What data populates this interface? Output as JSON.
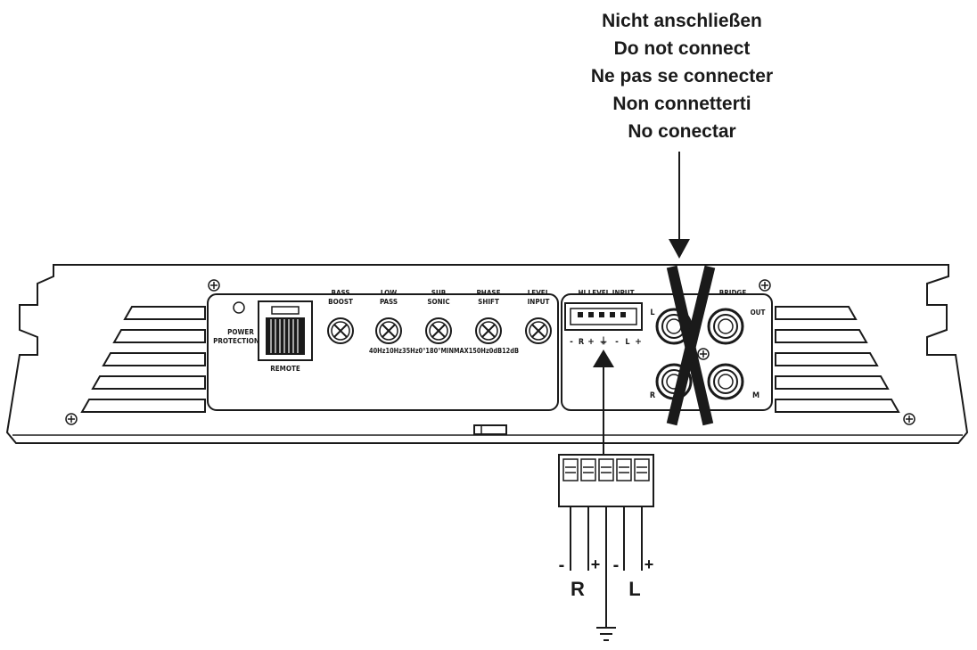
{
  "warning": {
    "lines": [
      "Nicht anschließen",
      "Do not connect",
      "Ne pas se connecter",
      "Non connetterti",
      "No conectar"
    ]
  },
  "panel": {
    "power_protection_1": "POWER",
    "power_protection_2": "PROTECTION",
    "remote": "REMOTE",
    "knobs": [
      {
        "top": "BASS",
        "bottom": "BOOST"
      },
      {
        "top": "LOW",
        "bottom": "PASS"
      },
      {
        "top": "SUB",
        "bottom": "SONIC"
      },
      {
        "top": "PHASE",
        "bottom": "SHIFT"
      },
      {
        "top": "LEVEL",
        "bottom": "INPUT"
      }
    ],
    "knob_scale": "40Hz10Hz35Hz0°180°MINMAX150Hz0dB12dB",
    "hi_level_input": "HI LEVEL INPUT",
    "hi_pins": [
      "-",
      "R",
      "+",
      "⏚",
      "-",
      "L",
      "+"
    ],
    "rca_in_title": "IN",
    "bridge": "BRIDGE",
    "out": "OUT",
    "ch_l": "L",
    "ch_r": "R",
    "ch_m": "M"
  },
  "terminal": {
    "pin_r_minus": "-",
    "pin_r_plus": "+",
    "pin_l_minus": "-",
    "pin_l_plus": "+",
    "r": "R",
    "l": "L"
  },
  "colors": {
    "ink": "#1a1a1a",
    "panel_fill": "#ffffff"
  }
}
